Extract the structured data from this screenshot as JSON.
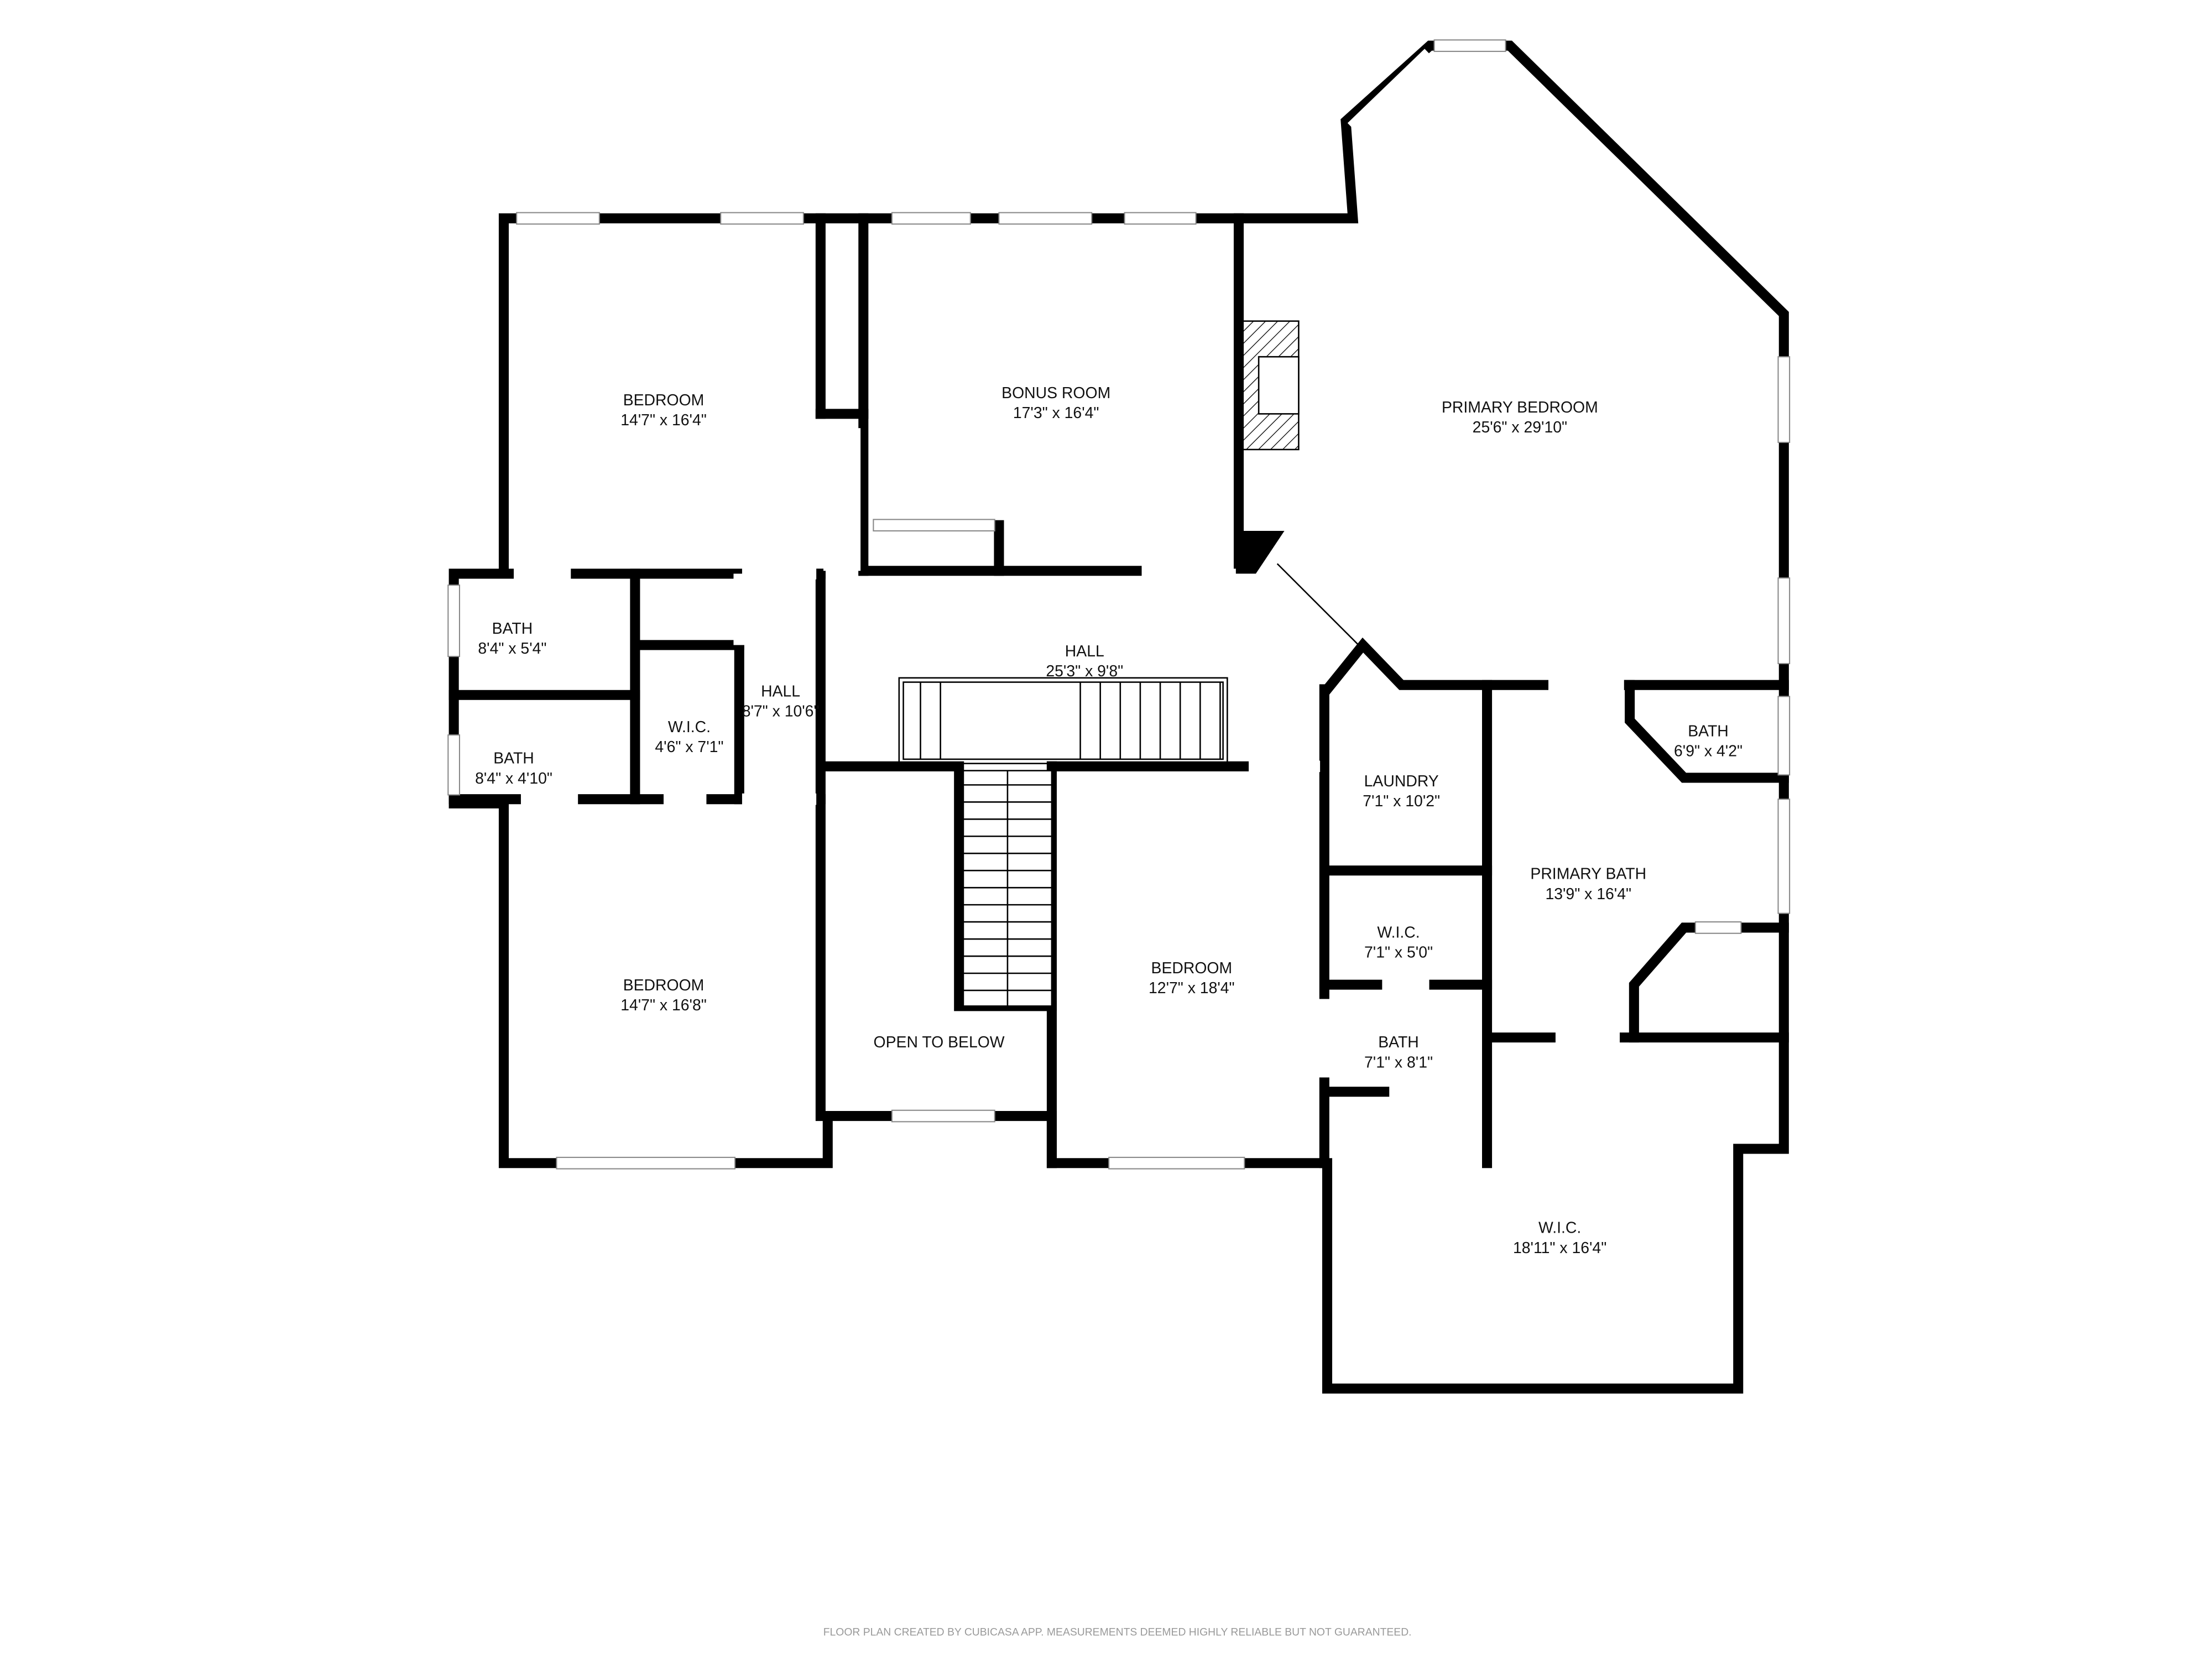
{
  "rooms": [
    {
      "name": "BEDROOM",
      "dims": "14'7\" x 16'4\""
    },
    {
      "name": "BONUS ROOM",
      "dims": "17'3\" x 16'4\""
    },
    {
      "name": "PRIMARY BEDROOM",
      "dims": "25'6\" x 29'10\""
    },
    {
      "name": "BATH",
      "dims": "8'4\" x 5'4\""
    },
    {
      "name": "BATH",
      "dims": "8'4\" x 4'10\""
    },
    {
      "name": "W.I.C.",
      "dims": "4'6\" x 7'1\""
    },
    {
      "name": "HALL",
      "dims": "8'7\" x 10'6\""
    },
    {
      "name": "HALL",
      "dims": "25'3\" x 9'8\""
    },
    {
      "name": "LAUNDRY",
      "dims": "7'1\" x 10'2\""
    },
    {
      "name": "BATH",
      "dims": "6'9\" x 4'2\""
    },
    {
      "name": "PRIMARY BATH",
      "dims": "13'9\" x 16'4\""
    },
    {
      "name": "W.I.C.",
      "dims": "7'1\" x 5'0\""
    },
    {
      "name": "BATH",
      "dims": "7'1\" x 8'1\""
    },
    {
      "name": "BEDROOM",
      "dims": "12'7\" x 18'4\""
    },
    {
      "name": "BEDROOM",
      "dims": "14'7\" x 16'8\""
    },
    {
      "name": "OPEN TO BELOW",
      "dims": ""
    },
    {
      "name": "W.I.C.",
      "dims": "18'11\" x 16'4\""
    }
  ],
  "footer": "FLOOR PLAN CREATED BY CUBICASA APP. MEASUREMENTS DEEMED HIGHLY RELIABLE BUT NOT GUARANTEED.",
  "colors": {
    "wall": "#000000",
    "footer_text": "#999999",
    "background": "#ffffff"
  }
}
